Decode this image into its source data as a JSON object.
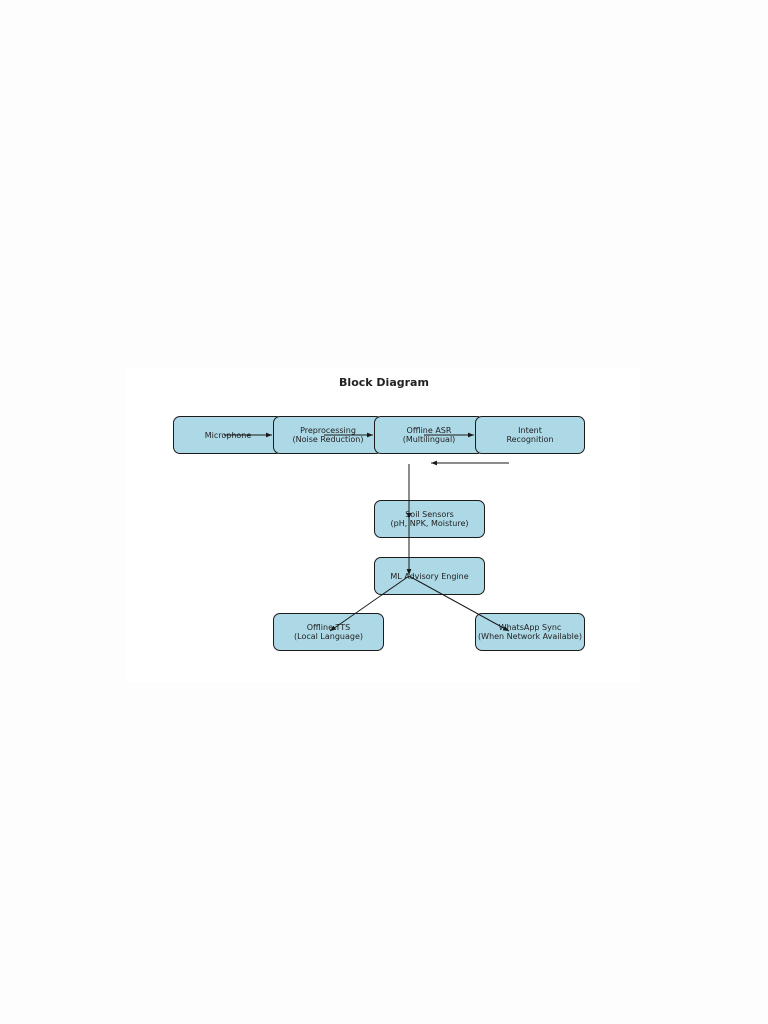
{
  "title": "Block Diagram",
  "nodes": {
    "microphone": "Microphone",
    "preprocessing": "Preprocessing\n(Noise Reduction)",
    "offline_asr": "Offline ASR\n(Multilingual)",
    "intent_recognition": "Intent\nRecognition",
    "soil_sensors": "Soil Sensors\n(pH, NPK, Moisture)",
    "ml_advisory_engine": "ML Advisory Engine",
    "offline_tts": "Offline TTS\n(Local Language)",
    "whatsapp_sync": "WhatsApp Sync\n(When Network Available)"
  },
  "colors": {
    "node_fill": "#add8e6",
    "stroke": "#1a1a1a",
    "text": "#222222"
  }
}
